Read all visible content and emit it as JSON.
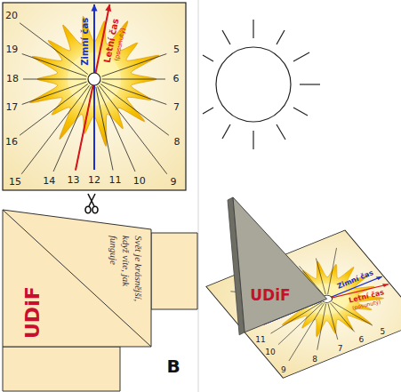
{
  "diagram": {
    "nodes": [
      {
        "text": [
          "20",
          "19",
          "18",
          "17",
          "16",
          "15",
          "14",
          "13",
          "12",
          "11",
          "10",
          "9",
          "8",
          "7",
          "6",
          "5",
          "Zimní čas",
          "Letní čas",
          "(posunutý)"
        ]
      },
      {
        "text": [
          "Svět je krásnější, když víte, jak funguje",
          "UDiF"
        ]
      },
      {
        "text": [
          "5",
          "6",
          "7",
          "8",
          "9",
          "10",
          "11",
          "Zimní čas",
          "Letní čas",
          "(posunutý)"
        ]
      },
      {
        "text": [
          "UDiF"
        ]
      }
    ],
    "labels": [
      "B"
    ]
  }
}
